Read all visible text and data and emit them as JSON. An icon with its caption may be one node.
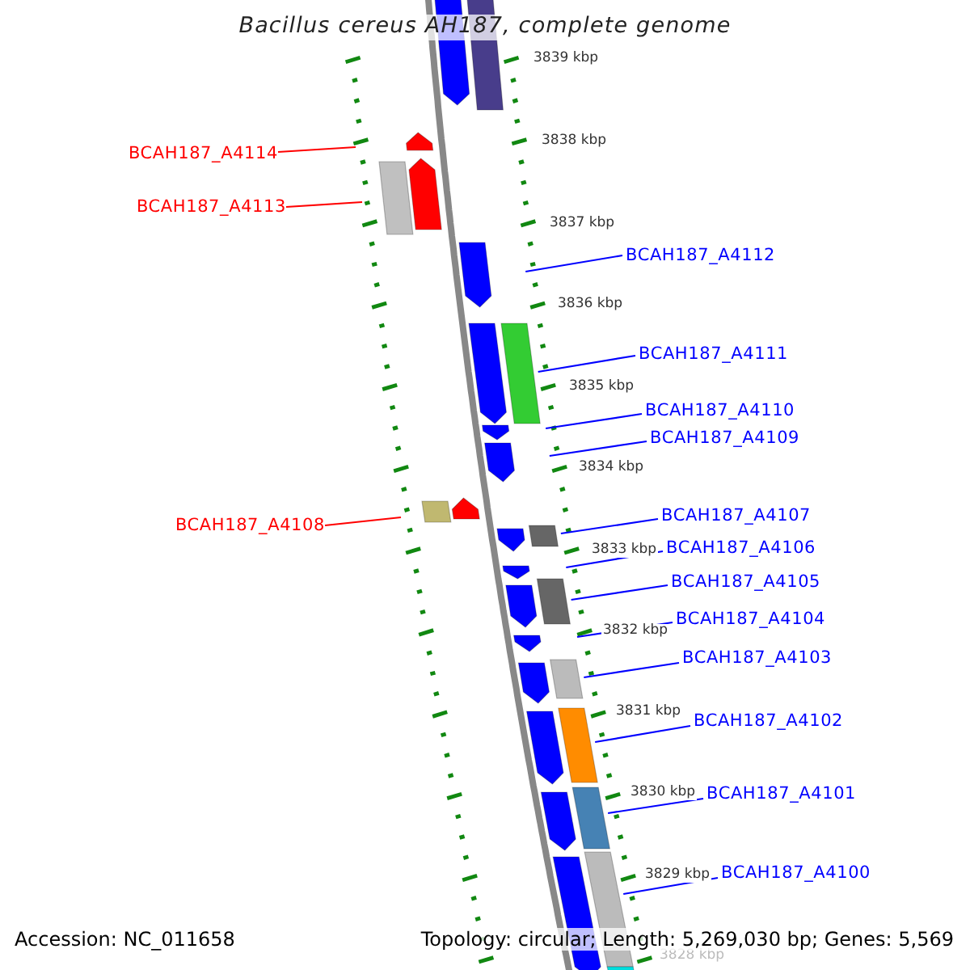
{
  "diagram": {
    "title": "Bacillus cereus AH187, complete genome",
    "nodes": [
      {
        "text": [
          "BCAH187_A4114"
        ]
      },
      {
        "text": [
          "BCAH187_A4113"
        ]
      },
      {
        "text": [
          "BCAH187_A4112"
        ]
      },
      {
        "text": [
          "BCAH187_A4111"
        ]
      },
      {
        "text": [
          "BCAH187_A4110"
        ]
      },
      {
        "text": [
          "BCAH187_A4109"
        ]
      },
      {
        "text": [
          "BCAH187_A4108"
        ]
      },
      {
        "text": [
          "BCAH187_A4107"
        ]
      },
      {
        "text": [
          "BCAH187_A4106"
        ]
      },
      {
        "text": [
          "BCAH187_A4105"
        ]
      },
      {
        "text": [
          "BCAH187_A4104"
        ]
      },
      {
        "text": [
          "BCAH187_A4103"
        ]
      },
      {
        "text": [
          "BCAH187_A4102"
        ]
      },
      {
        "text": [
          "BCAH187_A4101"
        ]
      },
      {
        "text": [
          "BCAH187_A4100"
        ]
      }
    ],
    "edges": [
      {
        "from": 0,
        "to": null,
        "arrow": "none",
        "color": "#ff0000"
      },
      {
        "from": 1,
        "to": null,
        "arrow": "none",
        "color": "#ff0000"
      },
      {
        "from": 2,
        "to": null,
        "arrow": "none"
      },
      {
        "from": 3,
        "to": null,
        "arrow": "none"
      },
      {
        "from": 4,
        "to": null,
        "arrow": "none"
      },
      {
        "from": 5,
        "to": null,
        "arrow": "none"
      },
      {
        "from": 6,
        "to": null,
        "arrow": "none",
        "color": "#ff0000"
      },
      {
        "from": 7,
        "to": null,
        "arrow": "none"
      },
      {
        "from": 8,
        "to": null,
        "arrow": "none"
      },
      {
        "from": 9,
        "to": null,
        "arrow": "none"
      },
      {
        "from": 10,
        "to": null,
        "arrow": "none"
      },
      {
        "from": 11,
        "to": null,
        "arrow": "none"
      },
      {
        "from": 12,
        "to": null,
        "arrow": "none"
      },
      {
        "from": 13,
        "to": null,
        "arrow": "none"
      },
      {
        "from": 14,
        "to": null,
        "arrow": "none"
      }
    ],
    "labels": [
      "3839 kbp",
      "3838 kbp",
      "3837 kbp",
      "3836 kbp",
      "3835 kbp",
      "3834 kbp",
      "3833 kbp",
      "3832 kbp",
      "3831 kbp",
      "3830 kbp",
      "3829 kbp",
      "3828 kbp",
      "Accession: NC_011658",
      "Topology: circular; Length: 5,269,030 bp; Genes: 5,569"
    ]
  }
}
